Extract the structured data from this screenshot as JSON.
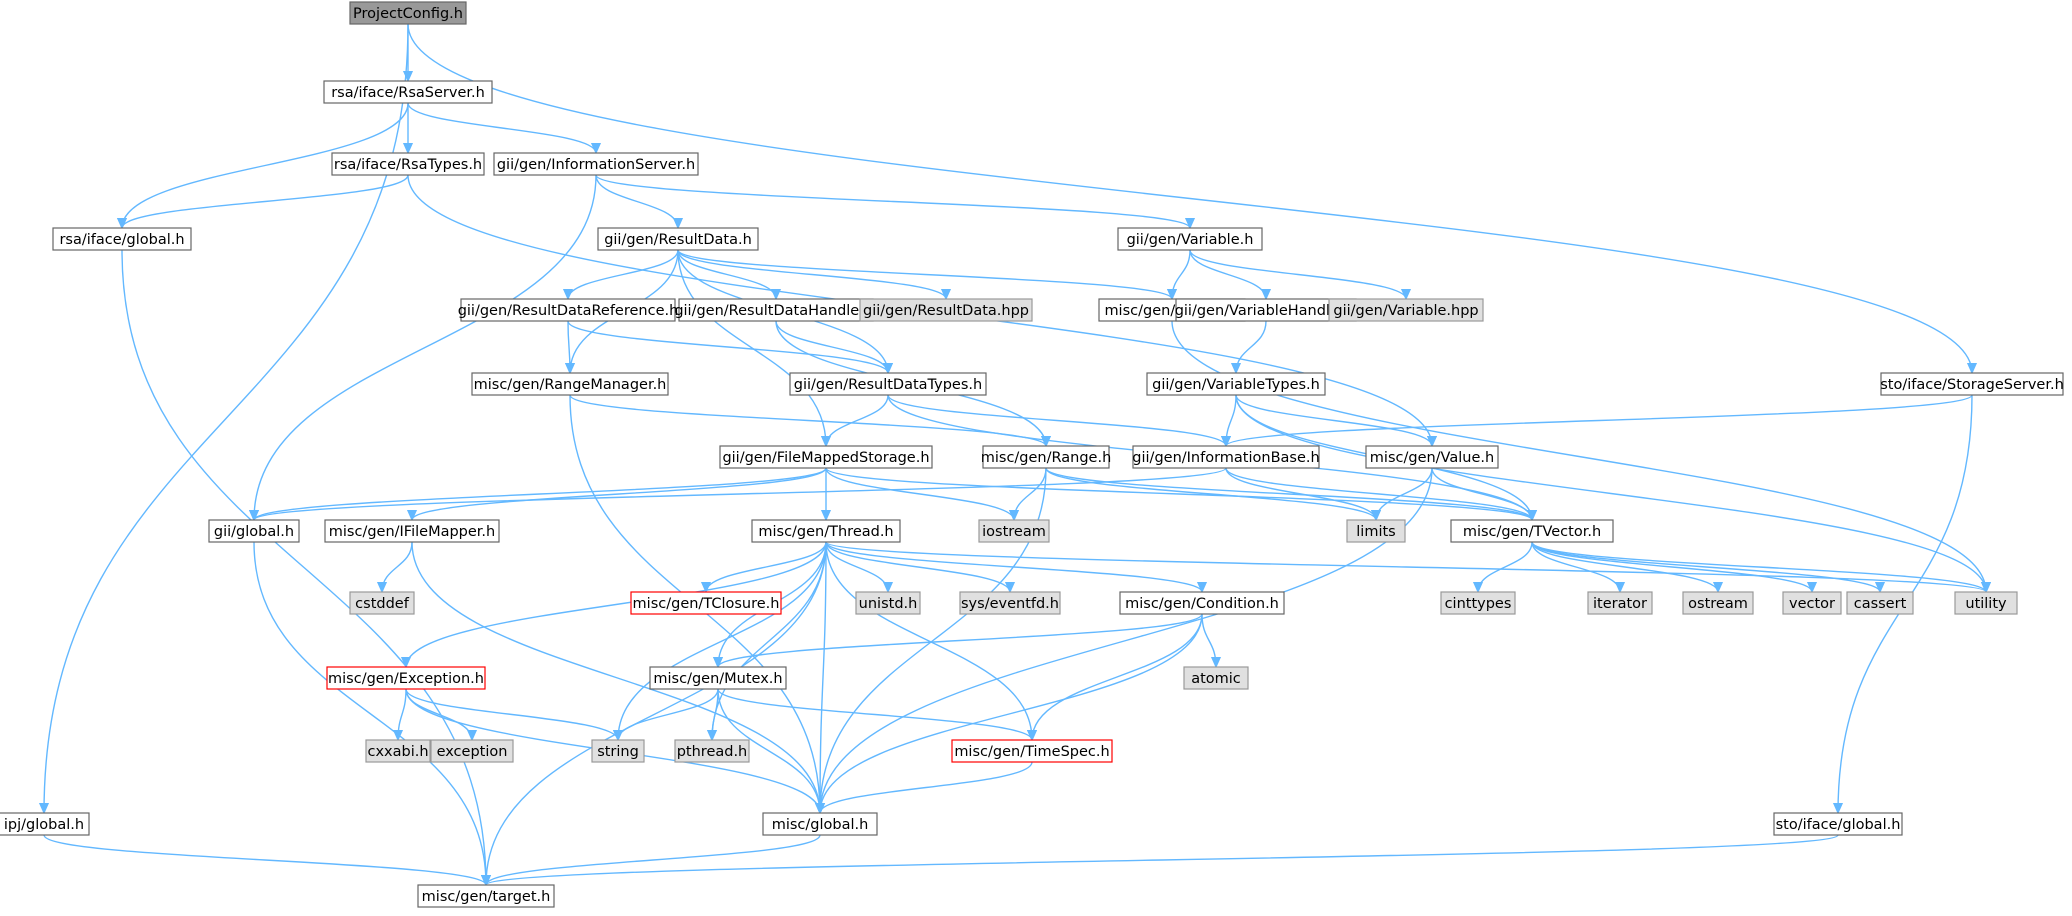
{
  "colors": {
    "edge": "#63b8ff",
    "root_fill": "#999999",
    "normal_fill": "#ffffff",
    "normal_border": "#666666",
    "system_fill": "#e0e0e0",
    "system_border": "#999999",
    "truncated_border": "#ff0000",
    "text": "#000000"
  },
  "nodes": [
    {
      "id": "projectconfig",
      "label": "ProjectConfig.h",
      "kind": "root"
    },
    {
      "id": "rsaserver",
      "label": "rsa/iface/RsaServer.h",
      "kind": "normal"
    },
    {
      "id": "rsatypes",
      "label": "rsa/iface/RsaTypes.h",
      "kind": "normal"
    },
    {
      "id": "infoserver",
      "label": "gii/gen/InformationServer.h",
      "kind": "normal"
    },
    {
      "id": "rsaglobal",
      "label": "rsa/iface/global.h",
      "kind": "normal"
    },
    {
      "id": "resultdata",
      "label": "gii/gen/ResultData.h",
      "kind": "normal"
    },
    {
      "id": "variable",
      "label": "gii/gen/Variable.h",
      "kind": "normal"
    },
    {
      "id": "resultdataref",
      "label": "gii/gen/ResultDataReference.h",
      "kind": "normal"
    },
    {
      "id": "resultdatahandler",
      "label": "gii/gen/ResultDataHandler.h",
      "kind": "normal"
    },
    {
      "id": "resultdatahpp",
      "label": "gii/gen/ResultData.hpp",
      "kind": "system"
    },
    {
      "id": "pointer",
      "label": "misc/gen/pointer.h",
      "kind": "normal"
    },
    {
      "id": "variablehandler",
      "label": "gii/gen/VariableHandler.h",
      "kind": "normal"
    },
    {
      "id": "variablehpp",
      "label": "gii/gen/Variable.hpp",
      "kind": "system"
    },
    {
      "id": "rangemanager",
      "label": "misc/gen/RangeManager.h",
      "kind": "normal"
    },
    {
      "id": "resultdatatypes",
      "label": "gii/gen/ResultDataTypes.h",
      "kind": "normal"
    },
    {
      "id": "variabletypes",
      "label": "gii/gen/VariableTypes.h",
      "kind": "normal"
    },
    {
      "id": "storageserver",
      "label": "sto/iface/StorageServer.h",
      "kind": "normal"
    },
    {
      "id": "filemapped",
      "label": "gii/gen/FileMappedStorage.h",
      "kind": "normal"
    },
    {
      "id": "range",
      "label": "misc/gen/Range.h",
      "kind": "normal"
    },
    {
      "id": "infobase",
      "label": "gii/gen/InformationBase.h",
      "kind": "normal"
    },
    {
      "id": "value",
      "label": "misc/gen/Value.h",
      "kind": "normal"
    },
    {
      "id": "giiglobal",
      "label": "gii/global.h",
      "kind": "normal"
    },
    {
      "id": "ifilemapper",
      "label": "misc/gen/IFileMapper.h",
      "kind": "normal"
    },
    {
      "id": "thread",
      "label": "misc/gen/Thread.h",
      "kind": "normal"
    },
    {
      "id": "iostream",
      "label": "iostream",
      "kind": "system"
    },
    {
      "id": "limits",
      "label": "limits",
      "kind": "system"
    },
    {
      "id": "tvector",
      "label": "misc/gen/TVector.h",
      "kind": "normal"
    },
    {
      "id": "cstddef",
      "label": "cstddef",
      "kind": "system"
    },
    {
      "id": "tclosure",
      "label": "misc/gen/TClosure.h",
      "kind": "truncated"
    },
    {
      "id": "unistd",
      "label": "unistd.h",
      "kind": "system"
    },
    {
      "id": "eventfd",
      "label": "sys/eventfd.h",
      "kind": "system"
    },
    {
      "id": "condition",
      "label": "misc/gen/Condition.h",
      "kind": "normal"
    },
    {
      "id": "cinttypes",
      "label": "cinttypes",
      "kind": "system"
    },
    {
      "id": "iterator",
      "label": "iterator",
      "kind": "system"
    },
    {
      "id": "ostream",
      "label": "ostream",
      "kind": "system"
    },
    {
      "id": "vector",
      "label": "vector",
      "kind": "system"
    },
    {
      "id": "cassert",
      "label": "cassert",
      "kind": "system"
    },
    {
      "id": "utility",
      "label": "utility",
      "kind": "system"
    },
    {
      "id": "exception_h",
      "label": "misc/gen/Exception.h",
      "kind": "truncated"
    },
    {
      "id": "mutex",
      "label": "misc/gen/Mutex.h",
      "kind": "normal"
    },
    {
      "id": "atomic",
      "label": "atomic",
      "kind": "system"
    },
    {
      "id": "cxxabi",
      "label": "cxxabi.h",
      "kind": "system"
    },
    {
      "id": "exception",
      "label": "exception",
      "kind": "system"
    },
    {
      "id": "string",
      "label": "string",
      "kind": "system"
    },
    {
      "id": "pthread",
      "label": "pthread.h",
      "kind": "system"
    },
    {
      "id": "timespec",
      "label": "misc/gen/TimeSpec.h",
      "kind": "truncated"
    },
    {
      "id": "ipjglobal",
      "label": "ipj/global.h",
      "kind": "normal"
    },
    {
      "id": "miscglobal",
      "label": "misc/global.h",
      "kind": "normal"
    },
    {
      "id": "stoglobal",
      "label": "sto/iface/global.h",
      "kind": "normal"
    },
    {
      "id": "target",
      "label": "misc/gen/target.h",
      "kind": "normal"
    }
  ],
  "edges": [
    [
      "projectconfig",
      "rsaserver"
    ],
    [
      "projectconfig",
      "ipjglobal"
    ],
    [
      "projectconfig",
      "storageserver"
    ],
    [
      "rsaserver",
      "rsatypes"
    ],
    [
      "rsaserver",
      "infoserver"
    ],
    [
      "rsaserver",
      "rsaglobal"
    ],
    [
      "rsatypes",
      "rsaglobal"
    ],
    [
      "rsatypes",
      "value"
    ],
    [
      "infoserver",
      "resultdata"
    ],
    [
      "infoserver",
      "variable"
    ],
    [
      "infoserver",
      "giiglobal"
    ],
    [
      "rsaglobal",
      "target"
    ],
    [
      "resultdata",
      "resultdataref"
    ],
    [
      "resultdata",
      "resultdatahandler"
    ],
    [
      "resultdata",
      "resultdatahpp"
    ],
    [
      "resultdata",
      "pointer"
    ],
    [
      "resultdata",
      "rangemanager"
    ],
    [
      "resultdata",
      "resultdatatypes"
    ],
    [
      "resultdata",
      "filemapped"
    ],
    [
      "variable",
      "pointer"
    ],
    [
      "variable",
      "variablehandler"
    ],
    [
      "variable",
      "variablehpp"
    ],
    [
      "resultdataref",
      "rangemanager"
    ],
    [
      "resultdataref",
      "resultdatatypes"
    ],
    [
      "resultdatahandler",
      "resultdatatypes"
    ],
    [
      "resultdatahandler",
      "range"
    ],
    [
      "pointer",
      "utility"
    ],
    [
      "variablehandler",
      "variabletypes"
    ],
    [
      "rangemanager",
      "range"
    ],
    [
      "rangemanager",
      "miscglobal"
    ],
    [
      "resultdatatypes",
      "filemapped"
    ],
    [
      "resultdatatypes",
      "infobase"
    ],
    [
      "resultdatatypes",
      "tvector"
    ],
    [
      "variabletypes",
      "infobase"
    ],
    [
      "variabletypes",
      "value"
    ],
    [
      "variabletypes",
      "tvector"
    ],
    [
      "variabletypes",
      "utility"
    ],
    [
      "storageserver",
      "infobase"
    ],
    [
      "storageserver",
      "stoglobal"
    ],
    [
      "filemapped",
      "giiglobal"
    ],
    [
      "filemapped",
      "ifilemapper"
    ],
    [
      "filemapped",
      "thread"
    ],
    [
      "filemapped",
      "iostream"
    ],
    [
      "filemapped",
      "tvector"
    ],
    [
      "range",
      "iostream"
    ],
    [
      "range",
      "limits"
    ],
    [
      "range",
      "tvector"
    ],
    [
      "range",
      "miscglobal"
    ],
    [
      "infobase",
      "giiglobal"
    ],
    [
      "infobase",
      "limits"
    ],
    [
      "infobase",
      "tvector"
    ],
    [
      "value",
      "limits"
    ],
    [
      "value",
      "tvector"
    ],
    [
      "value",
      "miscglobal"
    ],
    [
      "giiglobal",
      "target"
    ],
    [
      "ifilemapper",
      "cstddef"
    ],
    [
      "ifilemapper",
      "miscglobal"
    ],
    [
      "thread",
      "tclosure"
    ],
    [
      "thread",
      "unistd"
    ],
    [
      "thread",
      "eventfd"
    ],
    [
      "thread",
      "condition"
    ],
    [
      "thread",
      "exception_h"
    ],
    [
      "thread",
      "mutex"
    ],
    [
      "thread",
      "string"
    ],
    [
      "thread",
      "pthread"
    ],
    [
      "thread",
      "timespec"
    ],
    [
      "thread",
      "miscglobal"
    ],
    [
      "thread",
      "target"
    ],
    [
      "thread",
      "utility"
    ],
    [
      "tvector",
      "cinttypes"
    ],
    [
      "tvector",
      "iterator"
    ],
    [
      "tvector",
      "ostream"
    ],
    [
      "tvector",
      "vector"
    ],
    [
      "tvector",
      "cassert"
    ],
    [
      "tvector",
      "utility"
    ],
    [
      "condition",
      "mutex"
    ],
    [
      "condition",
      "atomic"
    ],
    [
      "condition",
      "timespec"
    ],
    [
      "condition",
      "miscglobal"
    ],
    [
      "exception_h",
      "cxxabi"
    ],
    [
      "exception_h",
      "exception"
    ],
    [
      "exception_h",
      "string"
    ],
    [
      "exception_h",
      "miscglobal"
    ],
    [
      "mutex",
      "string"
    ],
    [
      "mutex",
      "pthread"
    ],
    [
      "mutex",
      "timespec"
    ],
    [
      "mutex",
      "miscglobal"
    ],
    [
      "timespec",
      "miscglobal"
    ],
    [
      "ipjglobal",
      "target"
    ],
    [
      "miscglobal",
      "target"
    ],
    [
      "stoglobal",
      "target"
    ]
  ]
}
